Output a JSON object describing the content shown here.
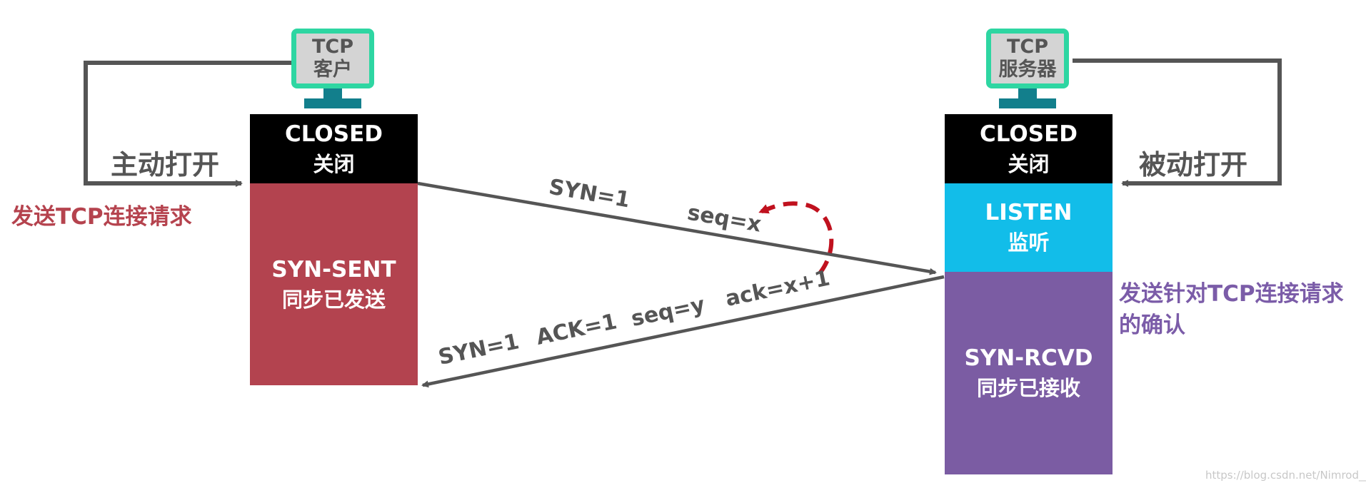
{
  "client": {
    "monitor_line1": "TCP",
    "monitor_line2": "客户",
    "open_label": "主动打开",
    "request_label": "发送TCP连接请求",
    "closed_en": "CLOSED",
    "closed_zh": "关闭",
    "synsent_en": "SYN-SENT",
    "synsent_zh": "同步已发送"
  },
  "server": {
    "monitor_line1": "TCP",
    "monitor_line2": "服务器",
    "open_label": "被动打开",
    "closed_en": "CLOSED",
    "closed_zh": "关闭",
    "listen_en": "LISTEN",
    "listen_zh": "监听",
    "ack_label_line1": "发送针对TCP连接请求",
    "ack_label_line2": "的确认",
    "synrcvd_en": "SYN-RCVD",
    "synrcvd_zh": "同步已接收"
  },
  "messages": {
    "syn": "SYN=1",
    "seq_x": "seq=x",
    "reply_syn": "SYN=1",
    "reply_ack": "ACK=1",
    "reply_seq": "seq=y",
    "reply_ackno": "ack=x+1"
  },
  "colors": {
    "closed": "#000000",
    "syn_sent": "#b3434f",
    "listen": "#12bde9",
    "syn_rcvd": "#7b5ca3",
    "monitor_border": "#2ed6a2",
    "monitor_stand": "#127f8c",
    "arrow": "#555555",
    "dashed_arrow": "#c0111e"
  },
  "watermark": "https://blog.csdn.net/Nimrod__"
}
